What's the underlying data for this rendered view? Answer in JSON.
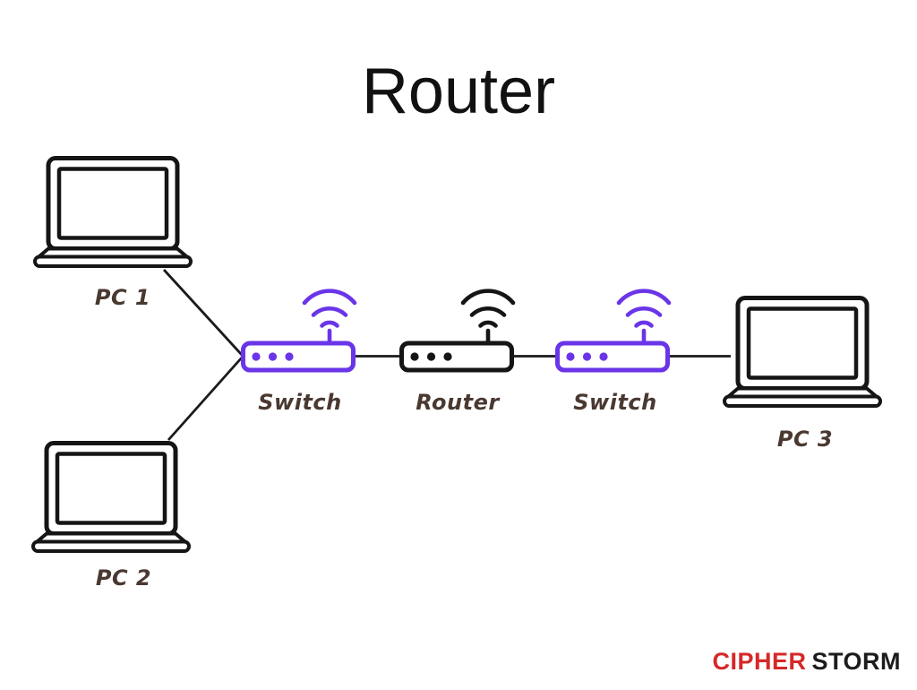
{
  "title": "Router",
  "nodes": {
    "pc1": {
      "label": "PC 1",
      "type": "laptop"
    },
    "pc2": {
      "label": "PC 2",
      "type": "laptop"
    },
    "pc3": {
      "label": "PC 3",
      "type": "laptop"
    },
    "switch1": {
      "label": "Switch",
      "type": "wireless-switch"
    },
    "router": {
      "label": "Router",
      "type": "wireless-router"
    },
    "switch2": {
      "label": "Switch",
      "type": "wireless-switch"
    }
  },
  "connections": [
    {
      "from": "pc1",
      "to": "switch1"
    },
    {
      "from": "pc2",
      "to": "switch1"
    },
    {
      "from": "switch1",
      "to": "router"
    },
    {
      "from": "router",
      "to": "switch2"
    },
    {
      "from": "switch2",
      "to": "pc3"
    }
  ],
  "logo": {
    "part1": "CIPHER",
    "part2": "STORM"
  },
  "colors": {
    "accent_purple": "#6A35E8",
    "device_black": "#151515",
    "label_brown": "#4A3931",
    "logo_red": "#D62828",
    "logo_black": "#1C1C1C",
    "background": "#FFFFFF",
    "line_black": "#1A1A1A"
  }
}
